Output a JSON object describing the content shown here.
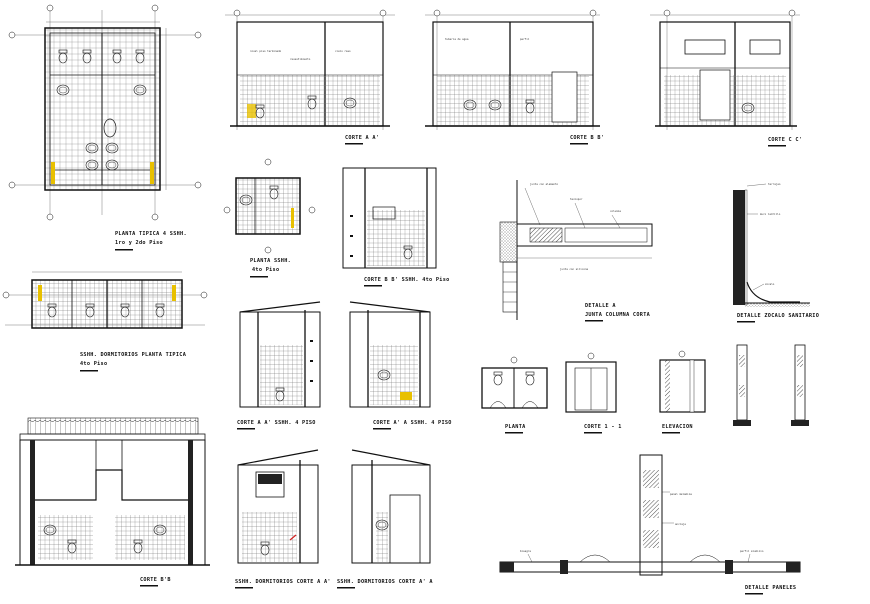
{
  "drawing": {
    "labels": {
      "planta_tipica": "PLANTA TIPICA 4 SSHH.",
      "planta_tipica_sub": "1ro y 2do Piso",
      "corte_aa": "CORTE A A'",
      "corte_bb": "CORTE B B'",
      "corte_cc": "CORTE C C'",
      "planta_sshh": "PLANTA SSHH.",
      "planta_sshh_sub": "4to Piso",
      "corte_bb_4to": "CORTE B  B' SSHH. 4to Piso",
      "dormitorios_planta": "SSHH. DORMITORIOS PLANTA TIPICA",
      "dormitorios_planta_sub": "4to Piso",
      "detalle_a": "DETALLE A",
      "junta": "JUNTA COLUMNA CORTA",
      "detalle_zocalo": "DETALLE ZOCALO SANITARIO",
      "corte_aa_4to": "CORTE A  A' SSHH. 4 PISO",
      "corte_aa_4to_b": "CORTE A' A  SSHH. 4 PISO",
      "planta": "PLANTA",
      "corte_11": "CORTE 1 - 1",
      "elevacion": "ELEVACION",
      "corte_bb_bottom": "CORTE B'B",
      "dorm_corte_aa": "SSHH. DORMITORIOS  CORTE A  A'",
      "dorm_corte_aa_b": "SSHH. DORMITORIOS  CORTE A' A",
      "detalle_paneles": "DETALLE PANELES"
    },
    "colors": {
      "ink": "#111111",
      "accent": "#e8c000",
      "red": "#d42020",
      "paper": "#ffffff"
    }
  }
}
